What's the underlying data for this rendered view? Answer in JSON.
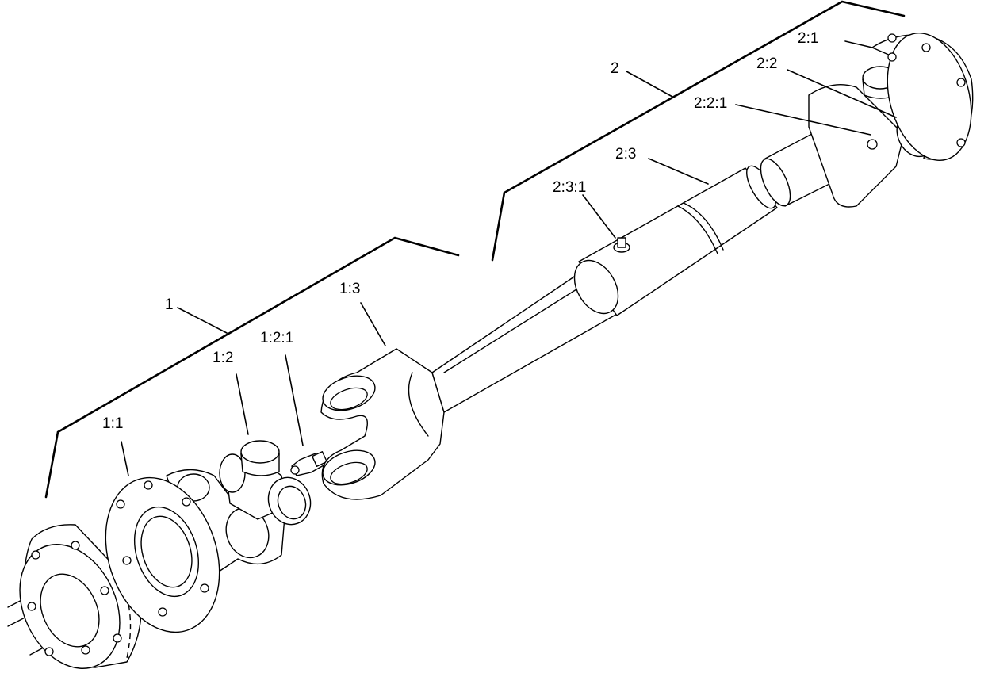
{
  "diagram": {
    "callouts": [
      {
        "id": "1",
        "text": "1"
      },
      {
        "id": "1:1",
        "text": "1:1"
      },
      {
        "id": "1:2",
        "text": "1:2"
      },
      {
        "id": "1:2:1",
        "text": "1:2:1"
      },
      {
        "id": "1:3",
        "text": "1:3"
      },
      {
        "id": "2",
        "text": "2"
      },
      {
        "id": "2:1",
        "text": "2:1"
      },
      {
        "id": "2:2",
        "text": "2:2"
      },
      {
        "id": "2:2:1",
        "text": "2:2:1"
      },
      {
        "id": "2:3",
        "text": "2:3"
      },
      {
        "id": "2:3:1",
        "text": "2:3:1"
      }
    ]
  }
}
